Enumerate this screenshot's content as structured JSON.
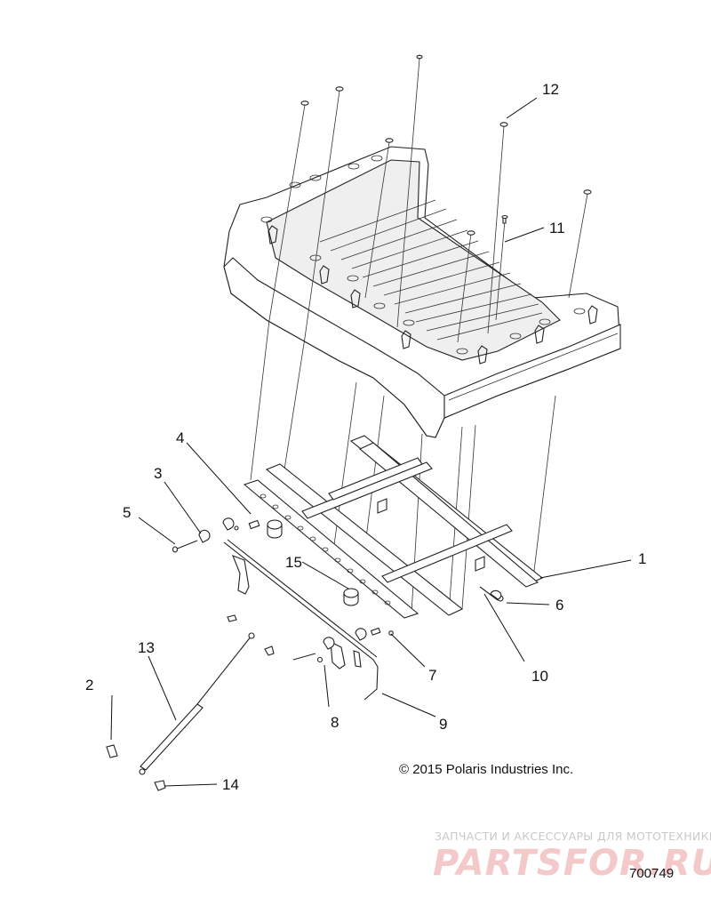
{
  "callouts": [
    {
      "id": "c1",
      "label": "1"
    },
    {
      "id": "c2",
      "label": "2"
    },
    {
      "id": "c3",
      "label": "3"
    },
    {
      "id": "c4",
      "label": "4"
    },
    {
      "id": "c5",
      "label": "5"
    },
    {
      "id": "c6",
      "label": "6"
    },
    {
      "id": "c7",
      "label": "7"
    },
    {
      "id": "c8",
      "label": "8"
    },
    {
      "id": "c9",
      "label": "9"
    },
    {
      "id": "c10",
      "label": "10"
    },
    {
      "id": "c11",
      "label": "11"
    },
    {
      "id": "c12",
      "label": "12"
    },
    {
      "id": "c13",
      "label": "13"
    },
    {
      "id": "c14",
      "label": "14"
    },
    {
      "id": "c15",
      "label": "15"
    }
  ],
  "copyright": "© 2015 Polaris Industries Inc.",
  "drawing_number": "700749",
  "watermark": {
    "tagline": "ЗАПЧАСТИ И АКСЕССУАРЫ ДЛЯ МОТОТЕХНИКИ",
    "brand": "PARTSFOR.RU"
  },
  "colors": {
    "line": "#222222",
    "background": "#ffffff",
    "watermark_brand": "#f3c9c9",
    "watermark_text": "#c9c9c9"
  }
}
